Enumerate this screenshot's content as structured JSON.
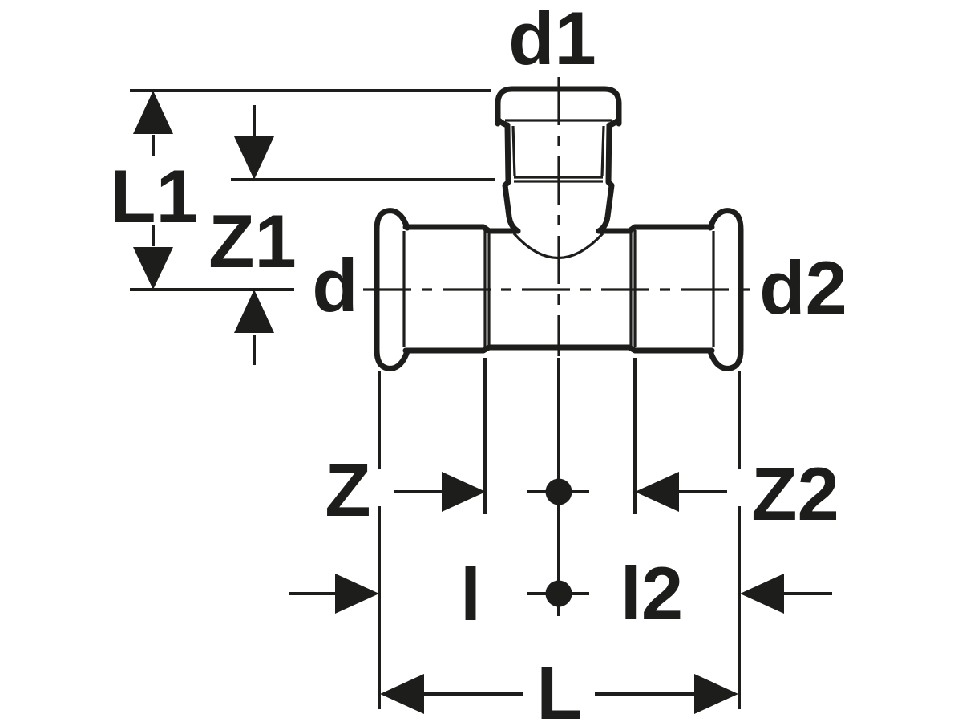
{
  "drawing": {
    "description": "Dimensional line drawing of a press-fit tee fitting with one top branch and two horizontal ports",
    "labels": {
      "d1": "d1",
      "L1": "L1",
      "Z1": "Z1",
      "d": "d",
      "d2": "d2",
      "Z": "Z",
      "Z2": "Z2",
      "l": "l",
      "l2": "l2",
      "L": "L"
    },
    "dimension_sets": {
      "port_diameters": [
        "d",
        "d1",
        "d2"
      ],
      "vertical_dimensions": [
        "L1",
        "Z1"
      ],
      "horizontal_center_offsets": [
        "Z",
        "Z2"
      ],
      "horizontal_lengths": [
        "l",
        "l2",
        "L"
      ]
    },
    "colors": {
      "line": "#1d1d1b",
      "background": "#ffffff"
    }
  }
}
